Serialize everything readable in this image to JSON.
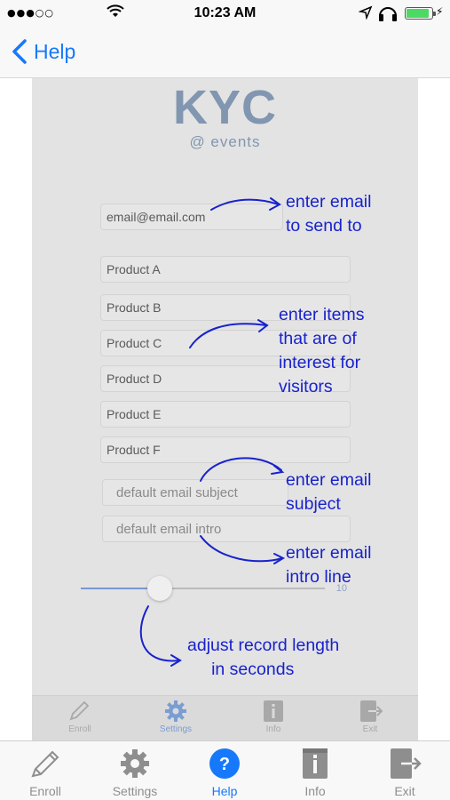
{
  "status_bar": {
    "signal": "●●●○○",
    "time": "10:23 AM",
    "battery_level": 0.9,
    "icons": [
      "wifi-icon",
      "location-icon",
      "headphones-icon",
      "battery-icon",
      "charging-icon"
    ]
  },
  "nav": {
    "back_label": "Help",
    "accent_color": "#1679fb"
  },
  "help_image": {
    "logo_title": "KYC",
    "logo_subtitle": "@ events",
    "email_value": "email@email.com",
    "products": [
      "Product A",
      "Product B",
      "Product C",
      "Product D",
      "Product E",
      "Product F"
    ],
    "subject_placeholder": "default email subject",
    "intro_placeholder": "default email intro",
    "slider_value": "10",
    "slider_fraction": 0.25,
    "inner_tabs": [
      {
        "label": "Enroll",
        "icon": "pencil-icon"
      },
      {
        "label": "Settings",
        "icon": "gear-icon"
      },
      {
        "label": "Info",
        "icon": "info-icon"
      },
      {
        "label": "Exit",
        "icon": "exit-icon"
      }
    ]
  },
  "annotations": {
    "email": "enter email\nto send to",
    "items": "enter items\nthat are of\ninterest for\nvisitors",
    "subject": "enter email\nsubject",
    "intro": "enter email\nintro line",
    "record": "adjust record length\n     in seconds",
    "color": "#1822cc"
  },
  "tab_bar": {
    "tabs": [
      {
        "label": "Enroll",
        "icon": "pencil-icon"
      },
      {
        "label": "Settings",
        "icon": "gear-icon"
      },
      {
        "label": "Help",
        "icon": "help-icon",
        "active": true
      },
      {
        "label": "Info",
        "icon": "info-icon"
      },
      {
        "label": "Exit",
        "icon": "exit-icon"
      }
    ]
  }
}
